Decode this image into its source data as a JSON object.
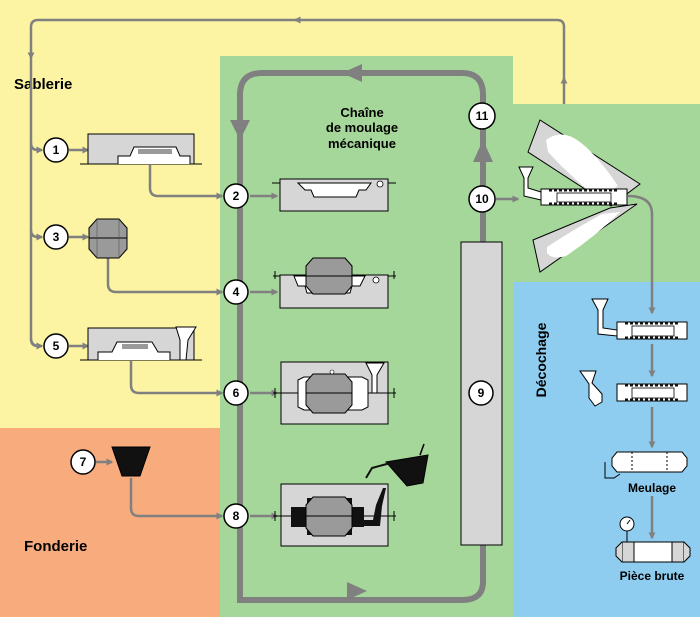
{
  "zones": {
    "sablerie": "Sablerie",
    "fonderie": "Fonderie",
    "chaine_line1": "Chaîne",
    "chaine_line2": "de moulage",
    "chaine_line3": "mécanique",
    "decochage": "Décochage"
  },
  "steps": [
    "1",
    "2",
    "3",
    "4",
    "5",
    "6",
    "7",
    "8",
    "9",
    "10",
    "11"
  ],
  "captions": {
    "meulage": "Meulage",
    "piece_brute": "Pièce brute"
  },
  "colors": {
    "sablerie_zone": "#fcf4a3",
    "fonderie_zone": "#f8ac7e",
    "chaine_zone": "#a6d79a",
    "decochage_zone": "#8ecdf0",
    "flow_arrow": "#808080",
    "mould_box": "#d6d6d6",
    "core": "#9a9a9a",
    "metal": "#111111"
  }
}
